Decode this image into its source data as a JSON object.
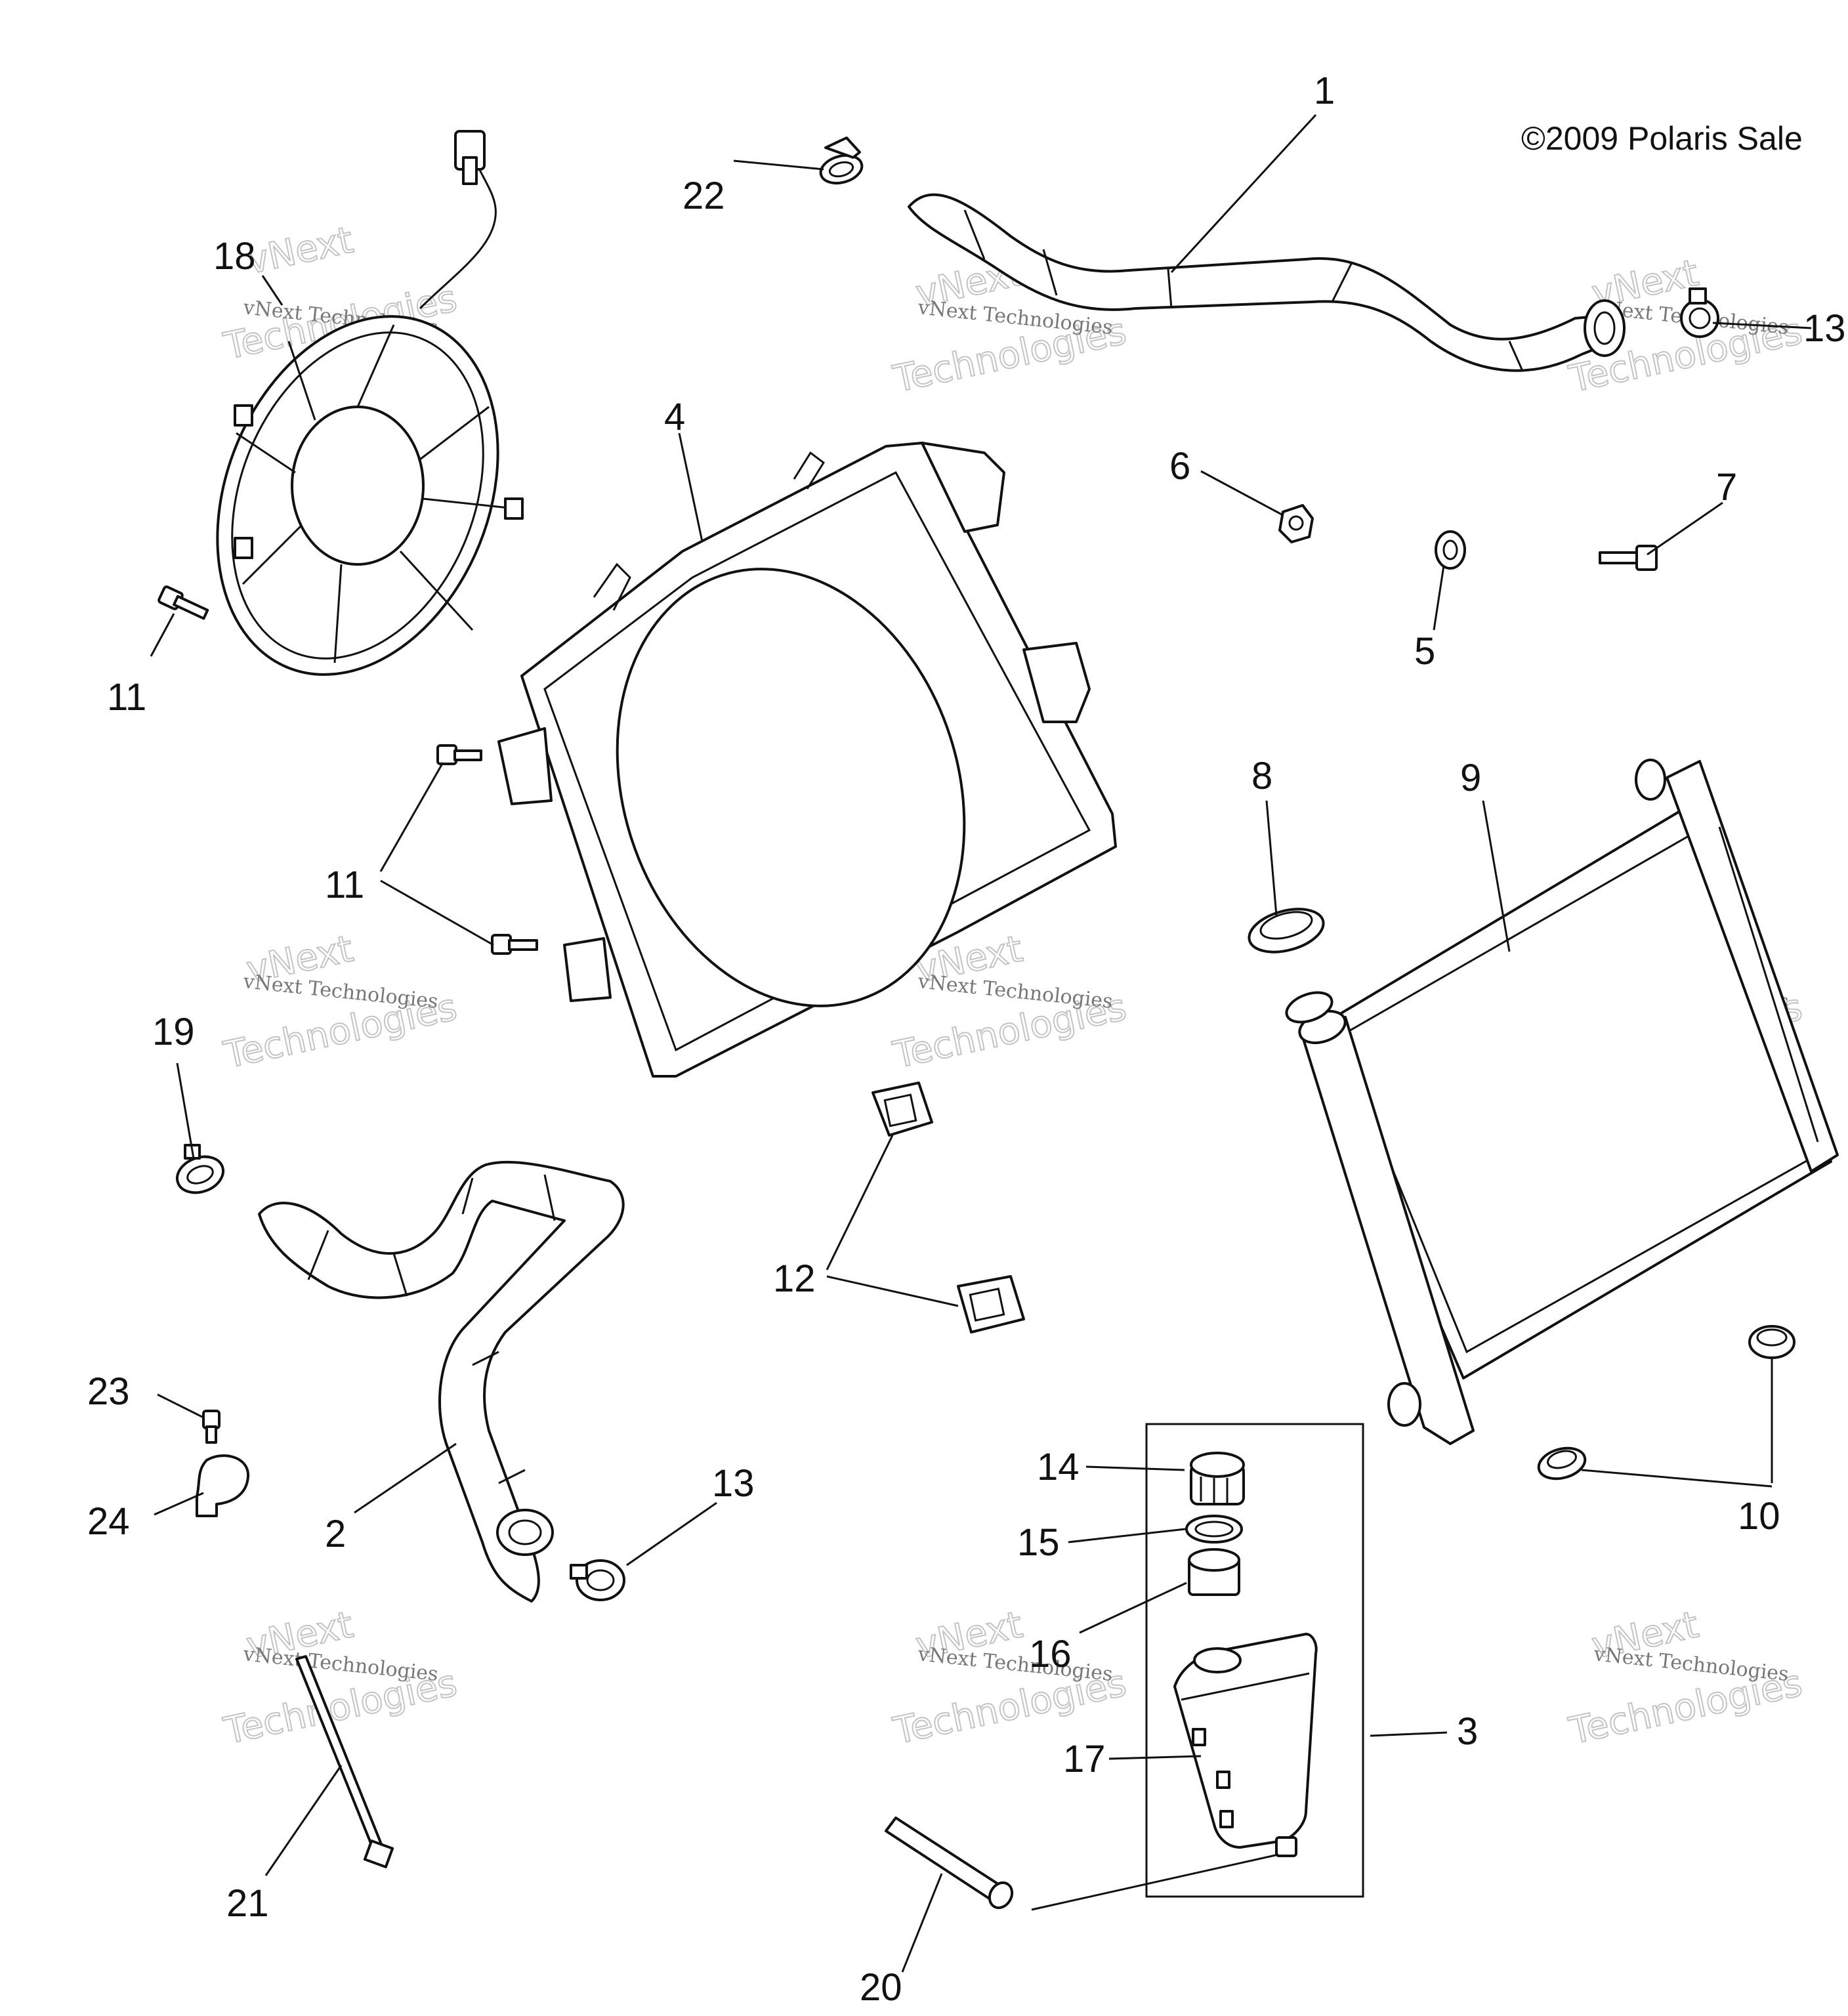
{
  "copyright": "©2009 Polaris Sale",
  "watermark": {
    "line1": "vNext Technologies",
    "line2": "Technologies",
    "line3": "vNext"
  },
  "callouts": [
    {
      "id": "1",
      "text": "1"
    },
    {
      "id": "2",
      "text": "2"
    },
    {
      "id": "3",
      "text": "3"
    },
    {
      "id": "4",
      "text": "4"
    },
    {
      "id": "5",
      "text": "5"
    },
    {
      "id": "6",
      "text": "6"
    },
    {
      "id": "7",
      "text": "7"
    },
    {
      "id": "8",
      "text": "8"
    },
    {
      "id": "9",
      "text": "9"
    },
    {
      "id": "10",
      "text": "10"
    },
    {
      "id": "11a",
      "text": "11"
    },
    {
      "id": "11b",
      "text": "11"
    },
    {
      "id": "12",
      "text": "12"
    },
    {
      "id": "13a",
      "text": "13"
    },
    {
      "id": "13b",
      "text": "13"
    },
    {
      "id": "14",
      "text": "14"
    },
    {
      "id": "15",
      "text": "15"
    },
    {
      "id": "16",
      "text": "16"
    },
    {
      "id": "17",
      "text": "17"
    },
    {
      "id": "18",
      "text": "18"
    },
    {
      "id": "19",
      "text": "19"
    },
    {
      "id": "20",
      "text": "20"
    },
    {
      "id": "21",
      "text": "21"
    },
    {
      "id": "22",
      "text": "22"
    },
    {
      "id": "23",
      "text": "23"
    },
    {
      "id": "24",
      "text": "24"
    }
  ]
}
